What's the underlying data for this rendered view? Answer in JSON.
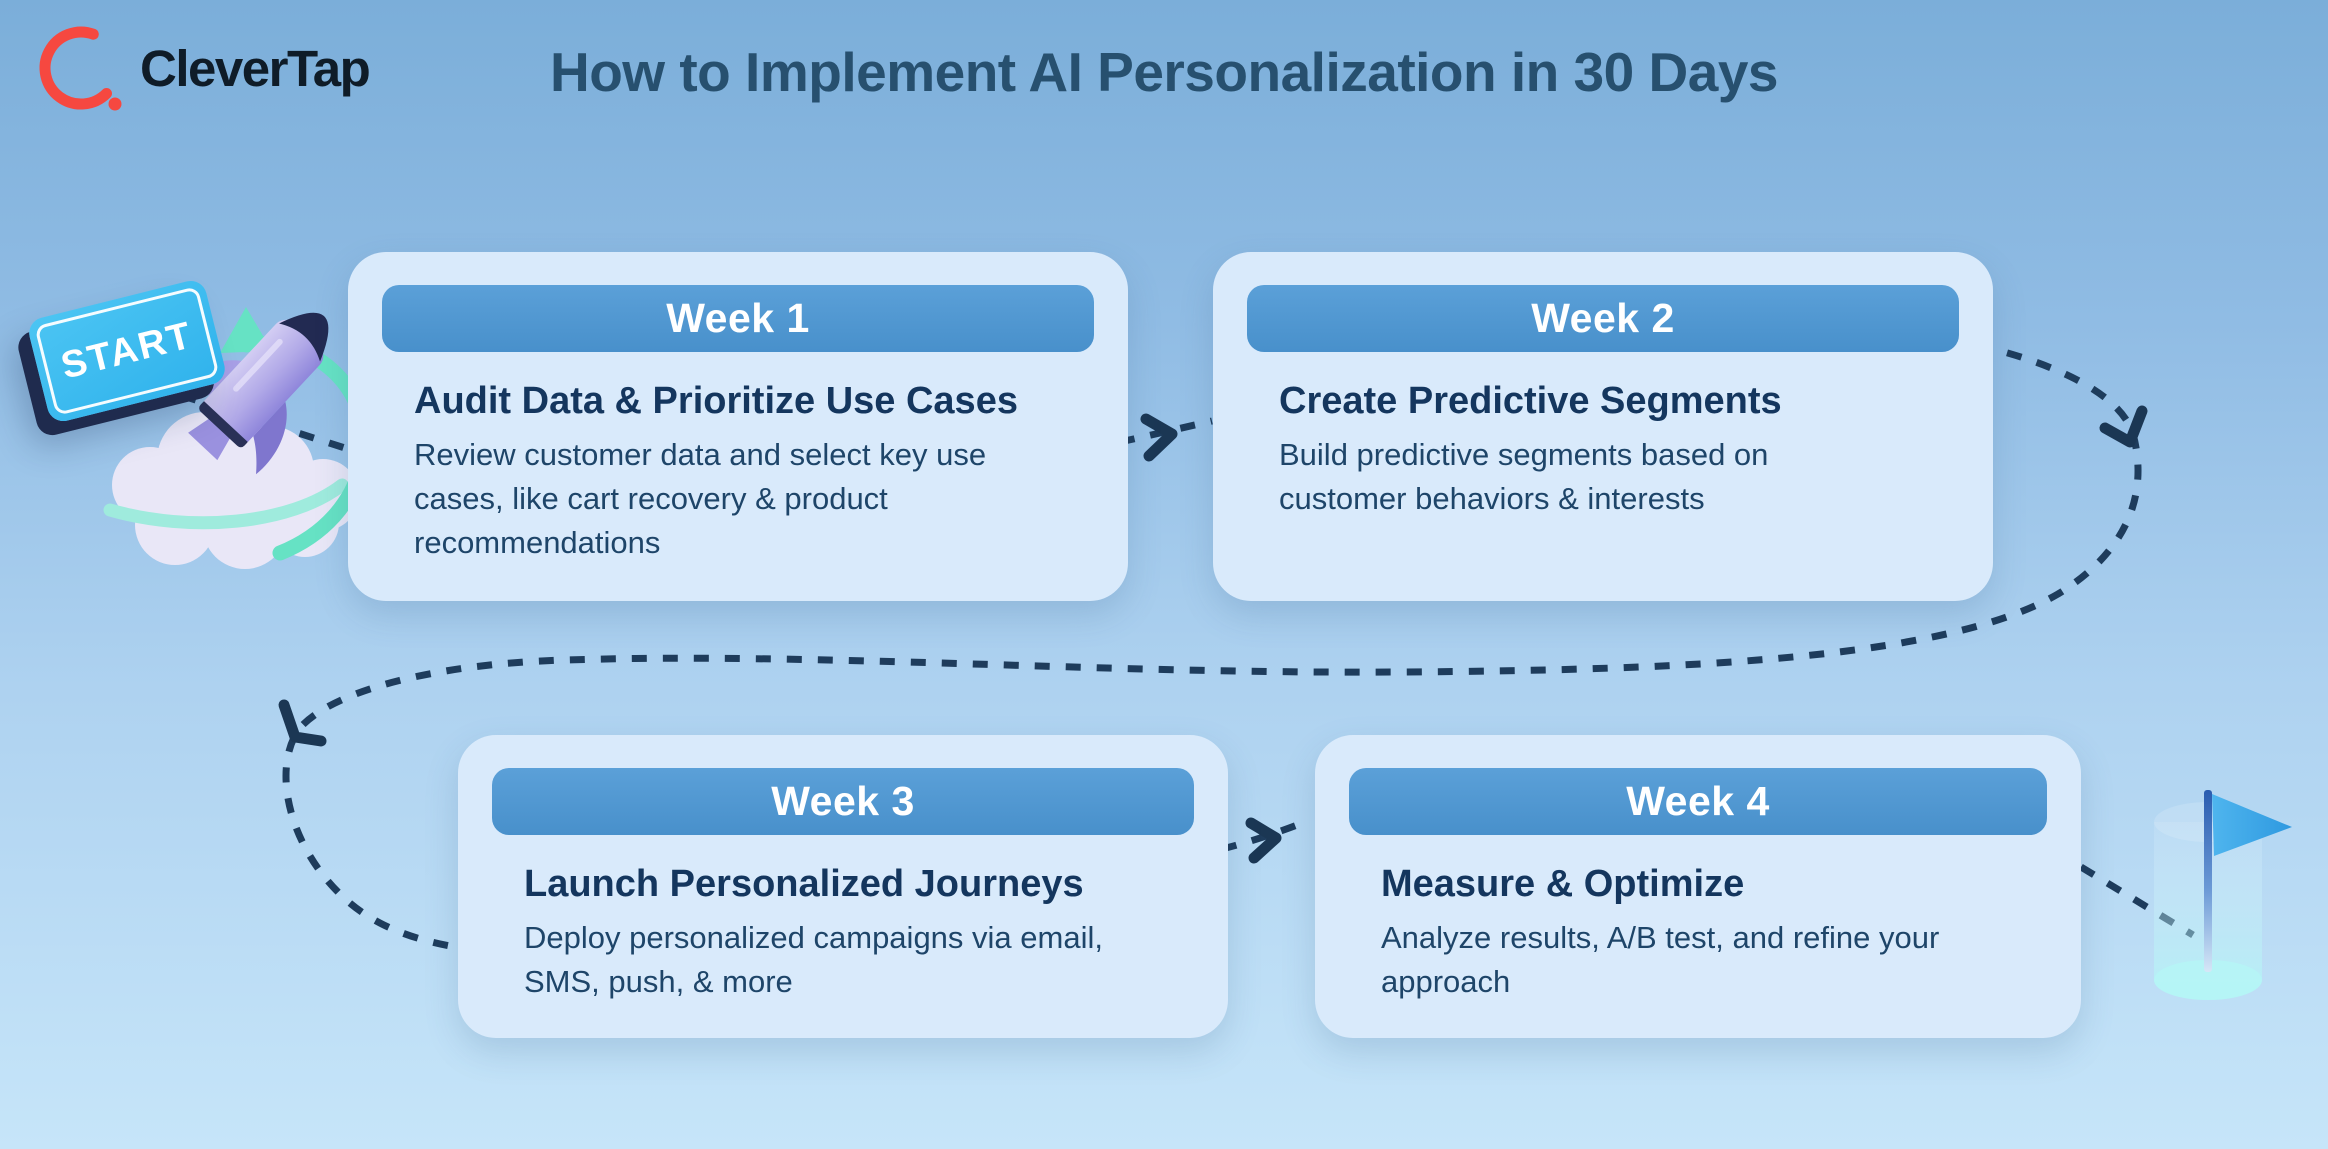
{
  "logo": {
    "text": "CleverTap"
  },
  "page": {
    "title": "How to Implement AI Personalization in 30 Days"
  },
  "badges": {
    "start": "START"
  },
  "cards": [
    {
      "week": "Week 1",
      "title": "Audit Data & Prioritize Use Cases",
      "description": "Review customer data and select key use cases, like cart recovery & product recommendations"
    },
    {
      "week": "Week 2",
      "title": "Create Predictive Segments",
      "description": "Build predictive segments based on customer behaviors & interests"
    },
    {
      "week": "Week 3",
      "title": "Launch Personalized Journeys",
      "description": "Deploy personalized campaigns via email, SMS, push, & more"
    },
    {
      "week": "Week 4",
      "title": "Measure & Optimize",
      "description": "Analyze results, A/B test, and refine your approach"
    }
  ],
  "icons": {
    "logo_arc": "clevertap-arc-icon",
    "rocket": "rocket-icon",
    "cloud": "cloud-icon",
    "swoosh": "teal-swoosh-arrow-icon",
    "flag": "finish-flag-icon"
  },
  "colors": {
    "background_top": "#7BAED9",
    "background_bottom": "#C6E5F9",
    "card_background": "#D9EAFB",
    "header_blue": "#4E97D1",
    "week_text": "#FFFFFF",
    "card_title_navy": "#14365E",
    "card_body_navy": "#1E4569",
    "page_title_blue": "#27506F",
    "connector_navy": "#1E3C5C",
    "start_badge_cyan": "#3ABAF0",
    "start_badge_side": "#1F2B4E",
    "logo_red": "#F64840",
    "logo_text": "#0F1C28",
    "rocket_lavender": "#B6AEE9",
    "rocket_nose_navy": "#222A52",
    "swoosh_teal": "#66E2C4",
    "cloud_lilac": "#E9E7F7",
    "flag_blue": "#3FA9E8",
    "flag_pole_blue": "#2A5CB0",
    "cylinder_cyan": "#B5F4F6"
  }
}
